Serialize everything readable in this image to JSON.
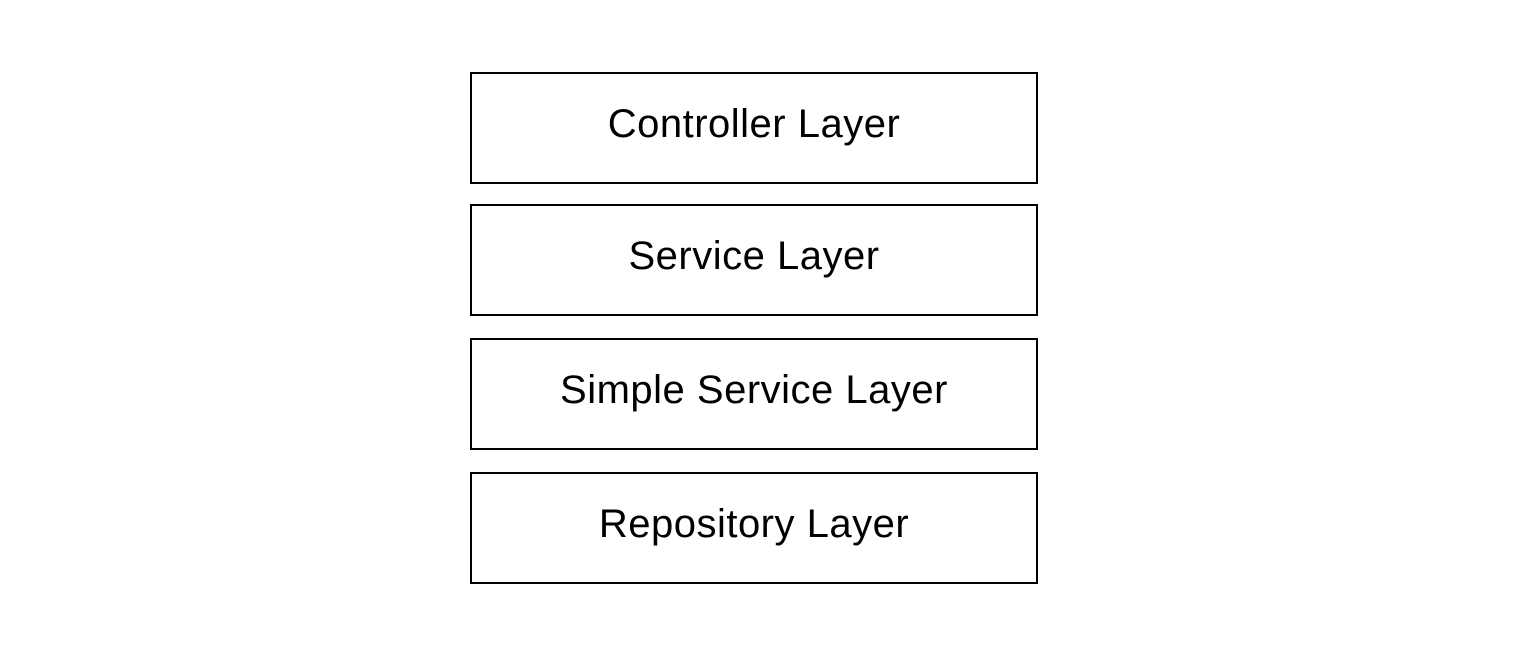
{
  "diagram": {
    "type": "layered-architecture",
    "box_background": "#ffffff",
    "box_border_color": "#000000",
    "text_color": "#000000",
    "layers": [
      {
        "label": "Controller Layer"
      },
      {
        "label": "Service Layer"
      },
      {
        "label": "Simple Service Layer"
      },
      {
        "label": "Repository Layer"
      }
    ]
  }
}
